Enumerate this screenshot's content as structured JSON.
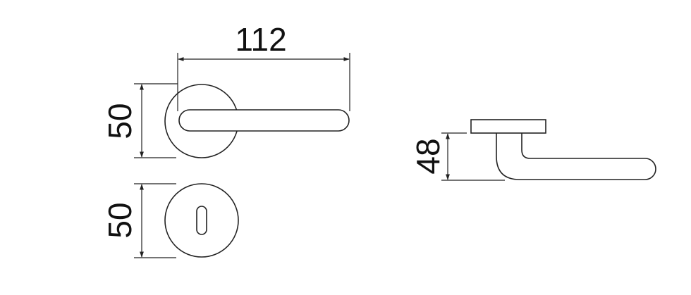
{
  "dimensions": {
    "lever_length": "112",
    "rose_diameter": "50",
    "escutcheon_diameter": "50",
    "lever_height": "48"
  },
  "colors": {
    "line": "#222222",
    "background": "#ffffff"
  }
}
